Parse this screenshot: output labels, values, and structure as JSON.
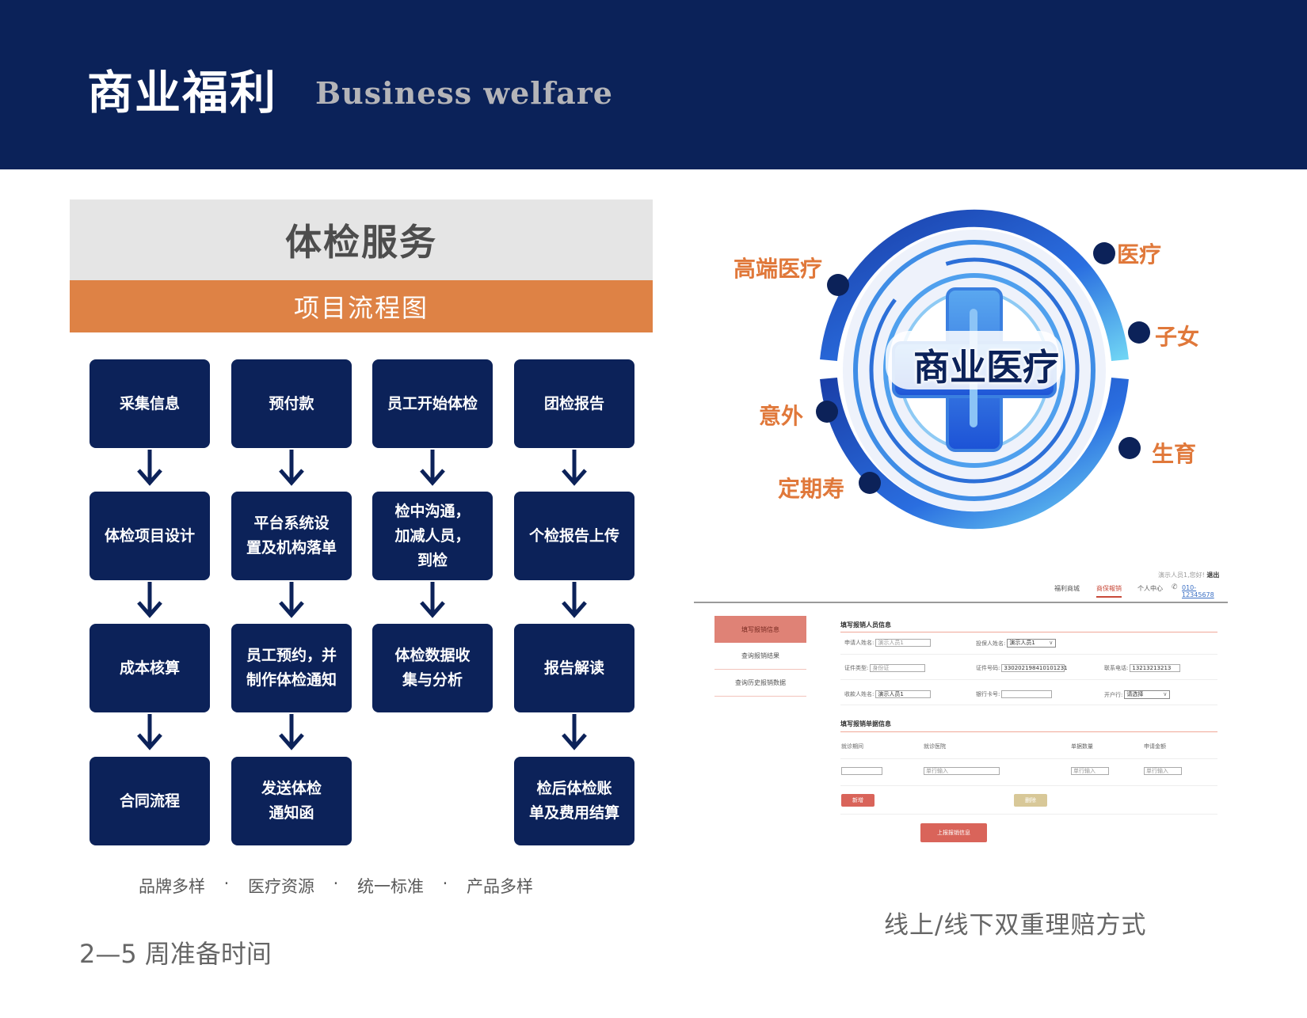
{
  "header": {
    "title_cn": "商业福利",
    "title_en": "Business welfare",
    "bg_color": "#0b2259"
  },
  "left_panel": {
    "title": "体检服务",
    "subtitle": "项目流程图",
    "accent_color": "#de8245",
    "box_color": "#0c2259",
    "columns": [
      {
        "steps": [
          "采集信息",
          "体检项目设计",
          "成本核算",
          "合同流程"
        ]
      },
      {
        "steps": [
          "预付款",
          "平台系统设\n置及机构落单",
          "员工预约，并\n制作体检通知",
          "发送体检\n通知函"
        ]
      },
      {
        "steps": [
          "员工开始体检",
          "检中沟通，\n加减人员，\n到检",
          "体检数据收\n集与分析"
        ]
      },
      {
        "steps": [
          "团检报告",
          "个检报告上传",
          "报告解读",
          "检后体检账\n单及费用结算"
        ]
      }
    ],
    "features": [
      "品牌多样",
      "医疗资源",
      "统一标准",
      "产品多样"
    ],
    "feature_separator": "·",
    "prep_time": "2—5 周准备时间"
  },
  "medical_graphic": {
    "center_label": "商业医疗",
    "categories": [
      {
        "label": "高端医疗",
        "side": "left"
      },
      {
        "label": "意外",
        "side": "left"
      },
      {
        "label": "定期寿",
        "side": "left"
      },
      {
        "label": "医疗",
        "side": "right"
      },
      {
        "label": "子女",
        "side": "right"
      },
      {
        "label": "生育",
        "side": "right"
      }
    ],
    "label_color": "#e0783a",
    "dot_color": "#0c2259"
  },
  "claim_form": {
    "greeting": "演示人员1,您好!",
    "logout": "退出",
    "nav": [
      {
        "label": "福利商城",
        "active": false
      },
      {
        "label": "商保報销",
        "active": true
      },
      {
        "label": "个人中心",
        "active": false
      }
    ],
    "phone": "010-12345678",
    "sidebar": [
      {
        "label": "填写报销信息",
        "active": true
      },
      {
        "label": "查询报销结果",
        "active": false
      },
      {
        "label": "查询历史报销数据",
        "active": false
      }
    ],
    "section1_title": "填写报销人员信息",
    "fields": {
      "applicant_label": "申请人姓名:",
      "applicant_value": "演示人员1",
      "insured_label": "投保人姓名:",
      "insured_value": "演示人员1",
      "id_type_label": "证件类型:",
      "id_type_value": "身份证",
      "id_number_label": "证件号码:",
      "id_number_value": "330202198410101231",
      "phone_label": "联系电话:",
      "phone_value": "13213213213",
      "payee_label": "收款人姓名:",
      "payee_value": "演示人员1",
      "bank_card_label": "银行卡号:",
      "bank_card_value": "",
      "bank_label": "开户行:",
      "bank_value": "请选择"
    },
    "section2_title": "填写报销单据信息",
    "table_headers": [
      "就诊期间",
      "就诊医院",
      "单据数量",
      "申请金额"
    ],
    "input_placeholder": "单行输入",
    "add_button": "新增",
    "delete_button": "删除",
    "submit_button": "上报报销信息",
    "primary_color": "#d9645a",
    "delete_color": "#d8c898"
  },
  "claim_caption": "线上/线下双重理赔方式"
}
